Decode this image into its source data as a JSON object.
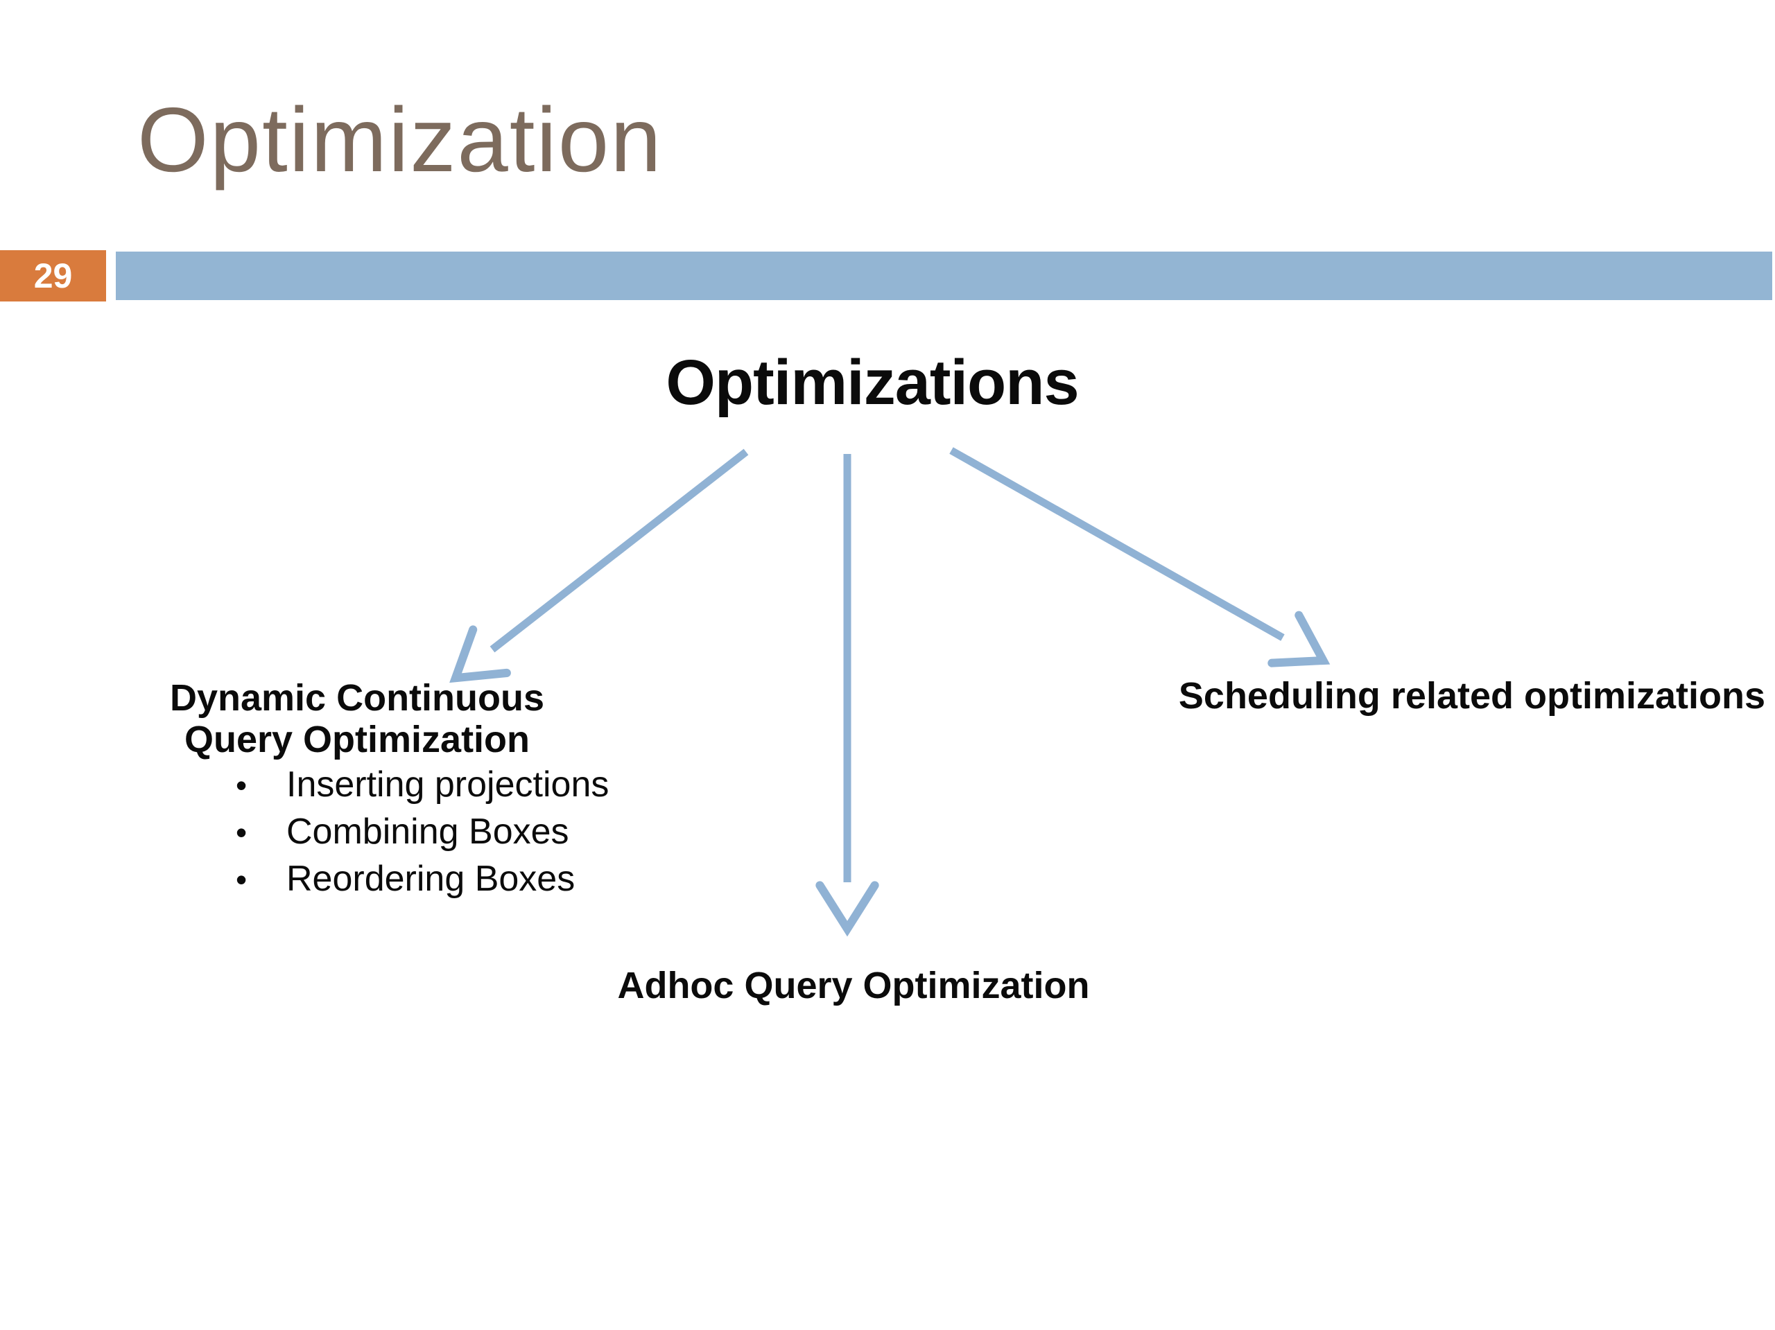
{
  "slide": {
    "page_number": "29",
    "title": "Optimization",
    "heading": "Optimizations",
    "branches": {
      "left": {
        "line1": "Dynamic Continuous",
        "line2": "Query Optimization",
        "bullet_glyph": "•",
        "bullets": [
          "Inserting projections",
          "Combining Boxes",
          "Reordering Boxes"
        ]
      },
      "center": {
        "label": "Adhoc Query Optimization"
      },
      "right": {
        "label": "Scheduling related optimizations"
      }
    },
    "colors": {
      "title_text": "#7d6b5d",
      "page_box_bg": "#d97b3d",
      "page_box_text": "#ffffff",
      "band_bar": "#93b5d3",
      "arrow": "#90b2d4",
      "body_text": "#0b0b0b"
    }
  }
}
